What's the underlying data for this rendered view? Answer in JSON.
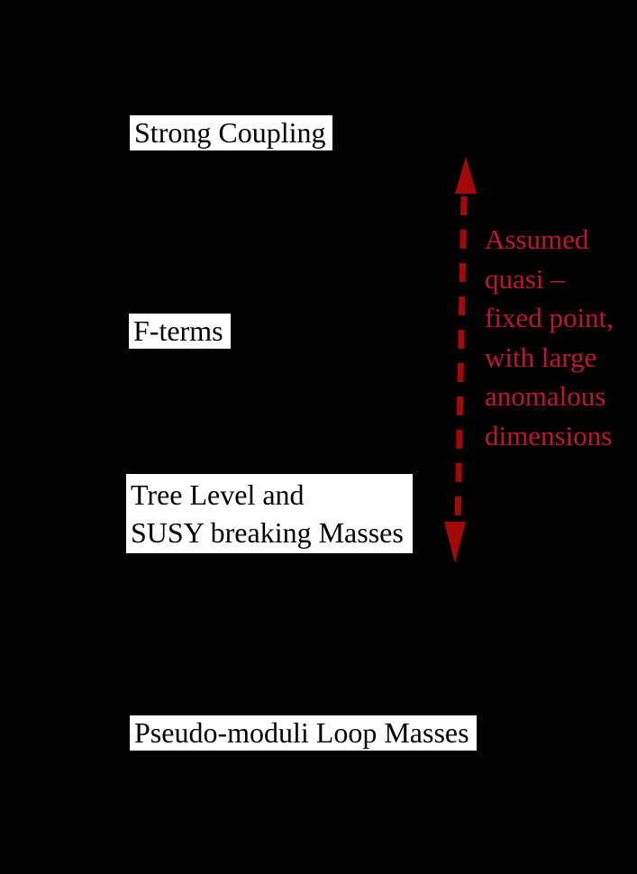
{
  "colors": {
    "background": "#000000",
    "box_bg": "#ffffff",
    "box_text": "#000000",
    "arrow_red": "#a50808",
    "annotation_red": "#c41233"
  },
  "scale_labels": {
    "strong_coupling": "Strong Coupling",
    "f_terms": "F-terms",
    "tree_level": {
      "line1": "Tree Level and",
      "line2": "SUSY breaking Masses"
    },
    "pseudo_moduli": "Pseudo-moduli Loop Masses"
  },
  "annotation": {
    "lines": [
      "Assumed",
      "quasi –",
      "fixed point,",
      "with large",
      "anomalous",
      "dimensions"
    ]
  }
}
